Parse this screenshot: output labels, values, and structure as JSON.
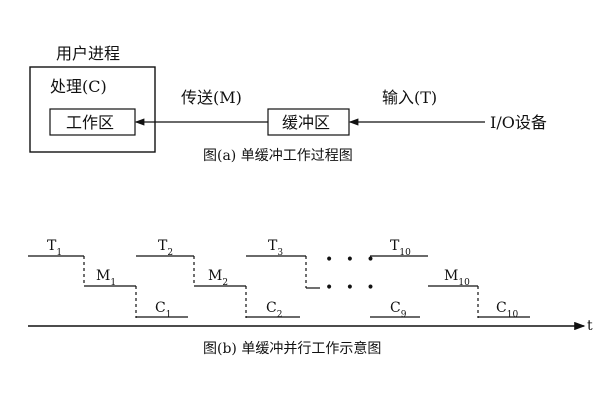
{
  "diagram_a": {
    "user_process_label": "用户进程",
    "process_label": "处理(C)",
    "work_area_label": "工作区",
    "transfer_label": "传送(M)",
    "buffer_label": "缓冲区",
    "input_label": "输入(T)",
    "io_device_label": "I/O设备",
    "caption": "图(a)  单缓冲工作过程图"
  },
  "diagram_b": {
    "labels": {
      "t1": "T",
      "t1_sub": "1",
      "m1": "M",
      "m1_sub": "1",
      "c1": "C",
      "c1_sub": "1",
      "t2": "T",
      "t2_sub": "2",
      "m2": "M",
      "m2_sub": "2",
      "c2": "C",
      "c2_sub": "2",
      "t3": "T",
      "t3_sub": "3",
      "c9": "C",
      "c9_sub": "9",
      "t10": "T",
      "t10_sub": "10",
      "m10": "M",
      "m10_sub": "10",
      "c10": "C",
      "c10_sub": "10"
    },
    "ellipsis_top": "• • •",
    "ellipsis_bottom": "• • •",
    "time_axis_label": "t",
    "caption": "图(b)  单缓冲并行工作示意图"
  }
}
